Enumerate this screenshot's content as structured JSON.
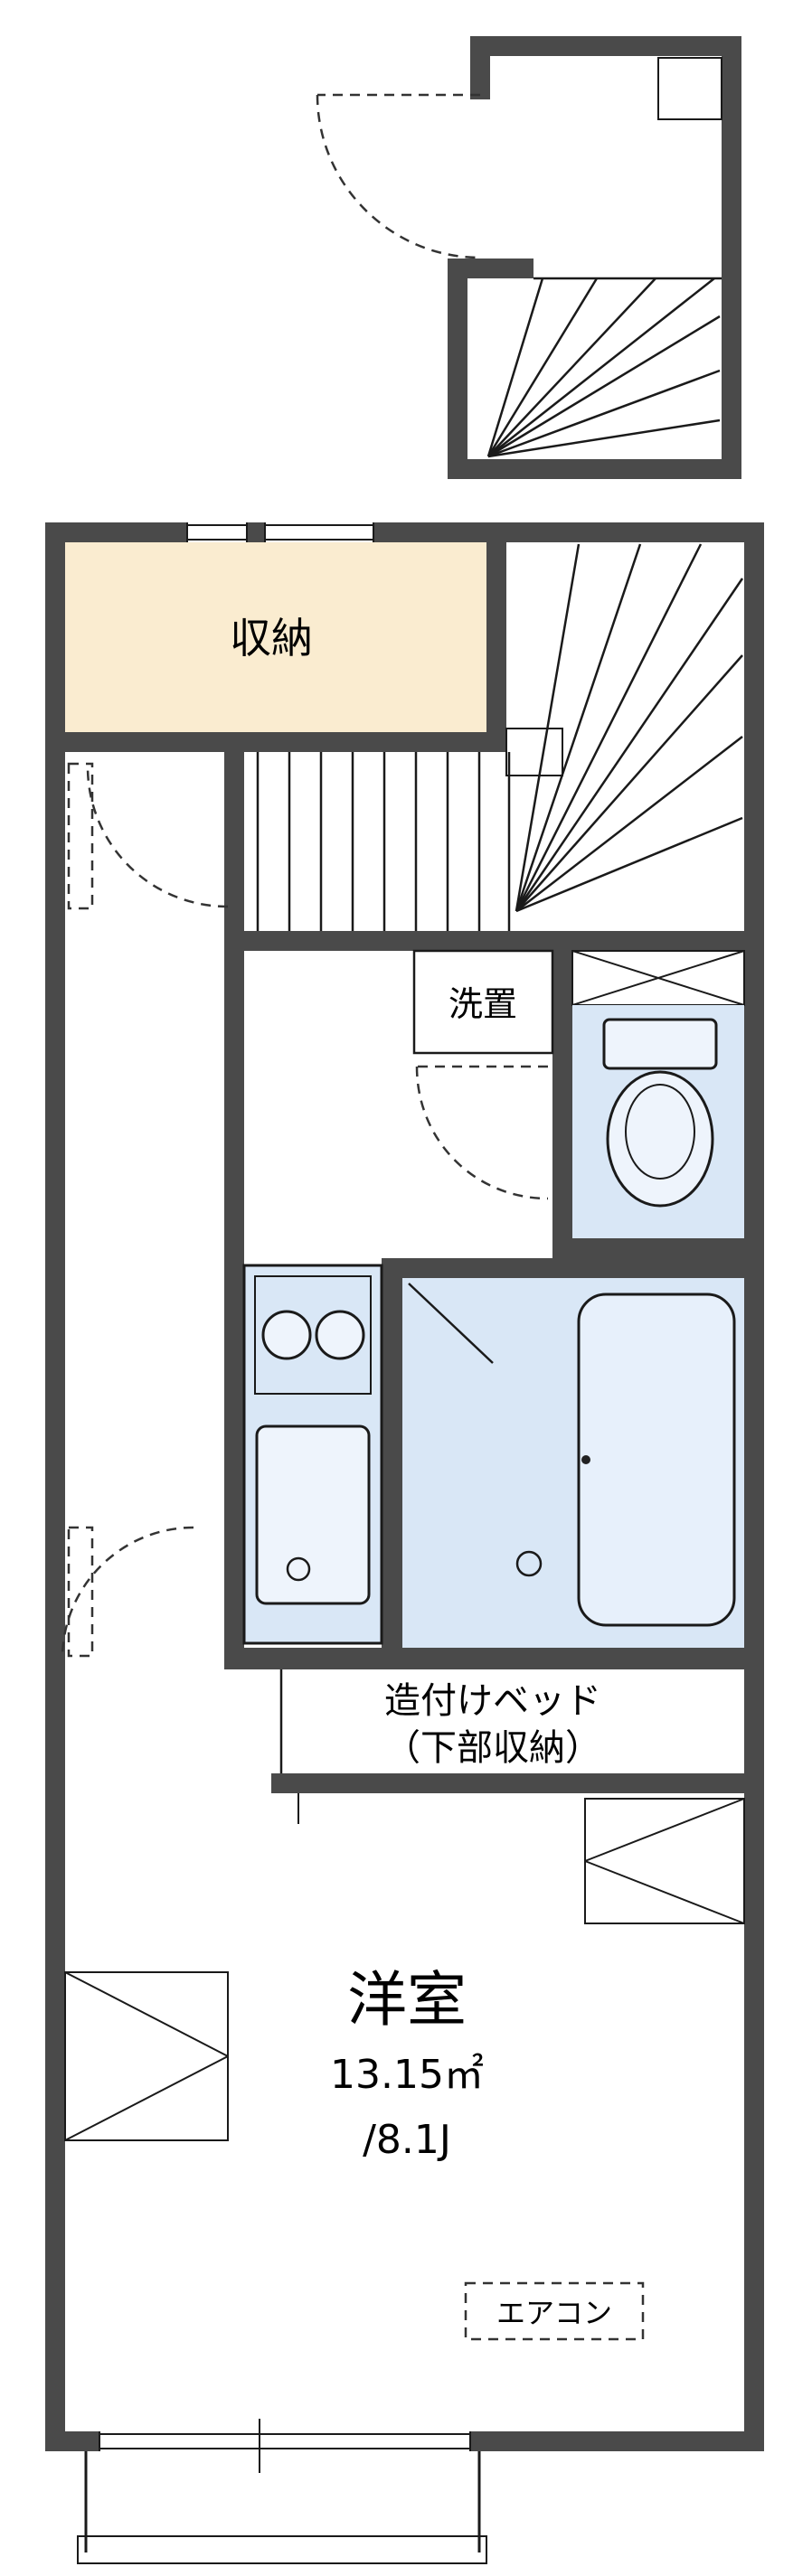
{
  "labels": {
    "closet": "収納",
    "laundry": "洗置",
    "bed_line1": "造付けベッド",
    "bed_line2": "（下部収納）",
    "room_name": "洋室",
    "room_area_sqm": "13.15㎡",
    "room_area_tatami": "/8.1J",
    "aircon": "エアコン"
  },
  "colors": {
    "wall": "#4a4a4a",
    "closet_fill": "#faecd0",
    "wet_area_fill": "#d9e7f6",
    "fixture_fill": "#eef4fc",
    "line": "#1a1a1a"
  }
}
